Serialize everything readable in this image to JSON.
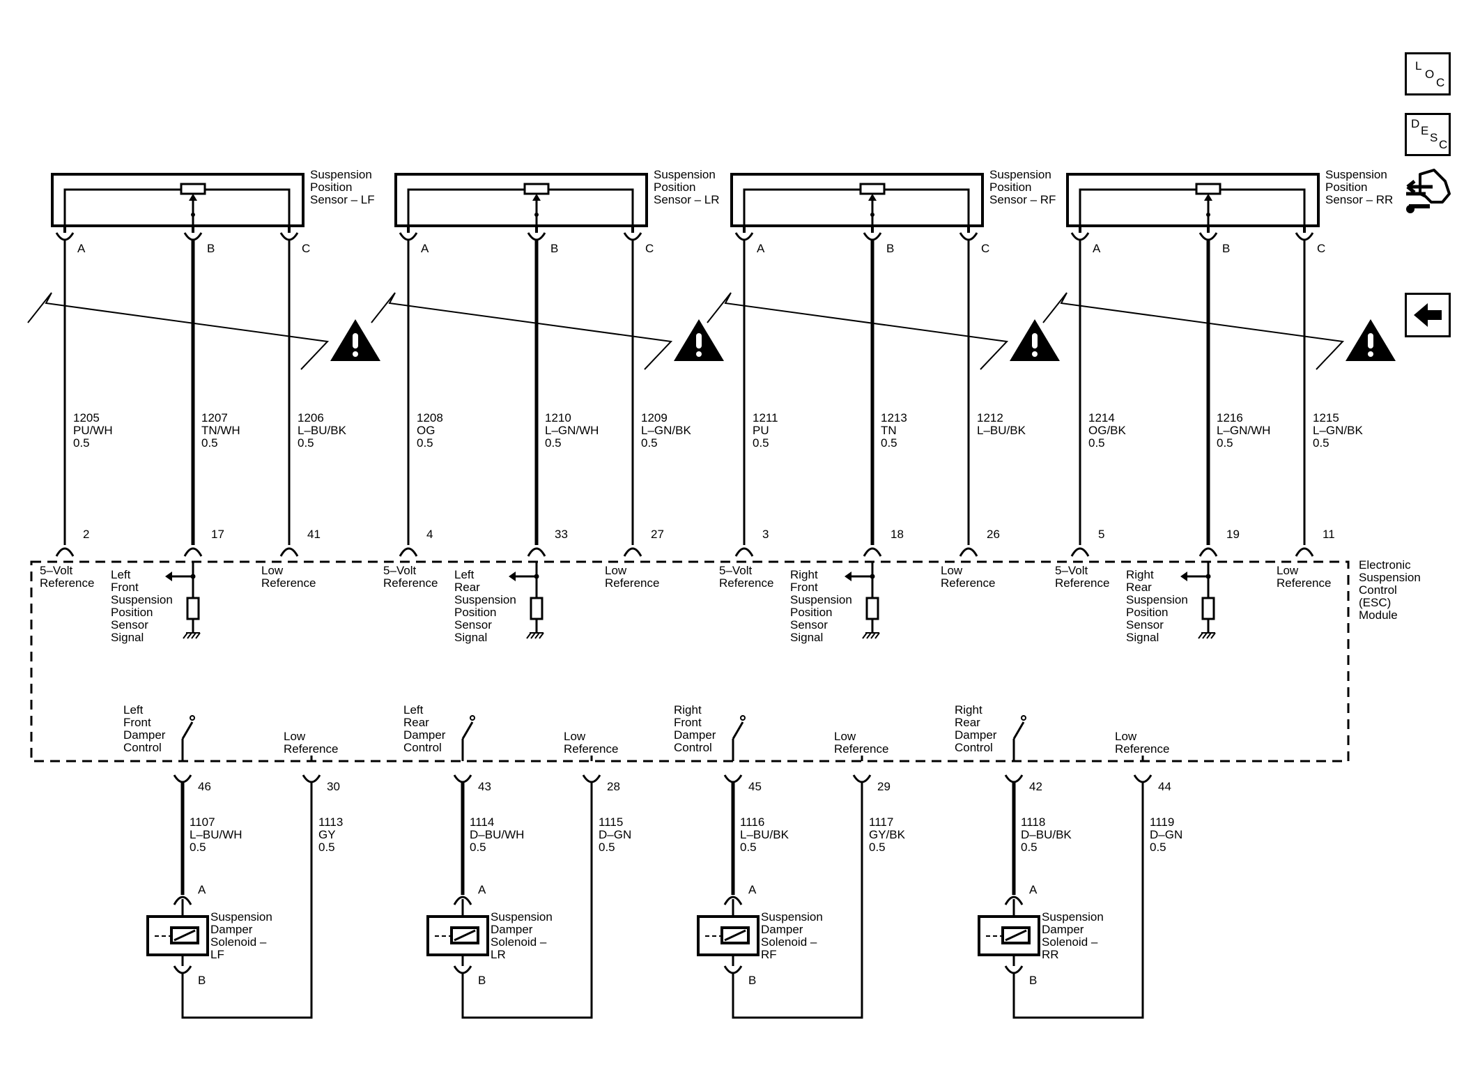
{
  "nav": {
    "loc": {
      "l1": "L",
      "l2": "O",
      "l3": "C"
    },
    "desc": {
      "l1": "D",
      "l2": "E",
      "l3": "S",
      "l4": "C"
    },
    "icons": [
      "loc-icon",
      "desc-icon",
      "connector-pointer-icon",
      "back-arrow-icon"
    ]
  },
  "module": {
    "lines": [
      "Electronic",
      "Suspension",
      "Control",
      "(ESC)",
      "Module"
    ]
  },
  "sensors": [
    {
      "name": [
        "Suspension",
        "Position",
        "Sensor – LF"
      ],
      "pins": [
        "A",
        "B",
        "C"
      ],
      "wires": [
        {
          "circuit": "1205",
          "color": "PU/WH",
          "size": "0.5"
        },
        {
          "circuit": "1207",
          "color": "TN/WH",
          "size": "0.5"
        },
        {
          "circuit": "1206",
          "color": "L–BU/BK",
          "size": "0.5"
        }
      ],
      "module_pins": [
        "2",
        "17",
        "41"
      ],
      "ref_label": [
        "5–Volt",
        "Reference"
      ],
      "signal_label": [
        "Left",
        "Front",
        "Suspension",
        "Position",
        "Sensor",
        "Signal"
      ],
      "low_label": [
        "Low",
        "Reference"
      ]
    },
    {
      "name": [
        "Suspension",
        "Position",
        "Sensor – LR"
      ],
      "pins": [
        "A",
        "B",
        "C"
      ],
      "wires": [
        {
          "circuit": "1208",
          "color": "OG",
          "size": "0.5"
        },
        {
          "circuit": "1210",
          "color": "L–GN/WH",
          "size": "0.5"
        },
        {
          "circuit": "1209",
          "color": "L–GN/BK",
          "size": "0.5"
        }
      ],
      "module_pins": [
        "4",
        "33",
        "27"
      ],
      "ref_label": [
        "5–Volt",
        "Reference"
      ],
      "signal_label": [
        "Left",
        "Rear",
        "Suspension",
        "Position",
        "Sensor",
        "Signal"
      ],
      "low_label": [
        "Low",
        "Reference"
      ]
    },
    {
      "name": [
        "Suspension",
        "Position",
        "Sensor – RF"
      ],
      "pins": [
        "A",
        "B",
        "C"
      ],
      "wires": [
        {
          "circuit": "1211",
          "color": "PU",
          "size": "0.5"
        },
        {
          "circuit": "1213",
          "color": "TN",
          "size": "0.5"
        },
        {
          "circuit": "1212",
          "color": "L–BU/BK",
          "size": ""
        }
      ],
      "module_pins": [
        "3",
        "18",
        "26"
      ],
      "ref_label": [
        "5–Volt",
        "Reference"
      ],
      "signal_label": [
        "Right",
        "Front",
        "Suspension",
        "Position",
        "Sensor",
        "Signal"
      ],
      "low_label": [
        "Low",
        "Reference"
      ]
    },
    {
      "name": [
        "Suspension",
        "Position",
        "Sensor – RR"
      ],
      "pins": [
        "A",
        "B",
        "C"
      ],
      "wires": [
        {
          "circuit": "1214",
          "color": "OG/BK",
          "size": "0.5"
        },
        {
          "circuit": "1216",
          "color": "L–GN/WH",
          "size": "0.5"
        },
        {
          "circuit": "1215",
          "color": "L–GN/BK",
          "size": "0.5"
        }
      ],
      "module_pins": [
        "5",
        "19",
        "11"
      ],
      "ref_label": [
        "5–Volt",
        "Reference"
      ],
      "signal_label": [
        "Right",
        "Rear",
        "Suspension",
        "Position",
        "Sensor",
        "Signal"
      ],
      "low_label": [
        "Low",
        "Reference"
      ]
    }
  ],
  "dampers": [
    {
      "control_label": [
        "Left",
        "Front",
        "Damper",
        "Control"
      ],
      "low_label": [
        "Low",
        "Reference"
      ],
      "module_pins": [
        "46",
        "30"
      ],
      "wires": [
        {
          "circuit": "1107",
          "color": "L–BU/WH",
          "size": "0.5"
        },
        {
          "circuit": "1113",
          "color": "GY",
          "size": "0.5"
        }
      ],
      "pins": [
        "A",
        "B"
      ],
      "solenoid": [
        "Suspension",
        "Damper",
        "Solenoid –",
        "LF"
      ]
    },
    {
      "control_label": [
        "Left",
        "Rear",
        "Damper",
        "Control"
      ],
      "low_label": [
        "Low",
        "Reference"
      ],
      "module_pins": [
        "43",
        "28"
      ],
      "wires": [
        {
          "circuit": "1114",
          "color": "D–BU/WH",
          "size": "0.5"
        },
        {
          "circuit": "1115",
          "color": "D–GN",
          "size": "0.5"
        }
      ],
      "pins": [
        "A",
        "B"
      ],
      "solenoid": [
        "Suspension",
        "Damper",
        "Solenoid –",
        "LR"
      ]
    },
    {
      "control_label": [
        "Right",
        "Front",
        "Damper",
        "Control"
      ],
      "low_label": [
        "Low",
        "Reference"
      ],
      "module_pins": [
        "45",
        "29"
      ],
      "wires": [
        {
          "circuit": "1116",
          "color": "L–BU/BK",
          "size": "0.5"
        },
        {
          "circuit": "1117",
          "color": "GY/BK",
          "size": "0.5"
        }
      ],
      "pins": [
        "A",
        "B"
      ],
      "solenoid": [
        "Suspension",
        "Damper",
        "Solenoid –",
        "RF"
      ]
    },
    {
      "control_label": [
        "Right",
        "Rear",
        "Damper",
        "Control"
      ],
      "low_label": [
        "Low",
        "Reference"
      ],
      "module_pins": [
        "42",
        "44"
      ],
      "wires": [
        {
          "circuit": "1118",
          "color": "D–BU/BK",
          "size": "0.5"
        },
        {
          "circuit": "1119",
          "color": "D–GN",
          "size": "0.5"
        }
      ],
      "pins": [
        "A",
        "B"
      ],
      "solenoid": [
        "Suspension",
        "Damper",
        "Solenoid –",
        "RR"
      ]
    }
  ]
}
